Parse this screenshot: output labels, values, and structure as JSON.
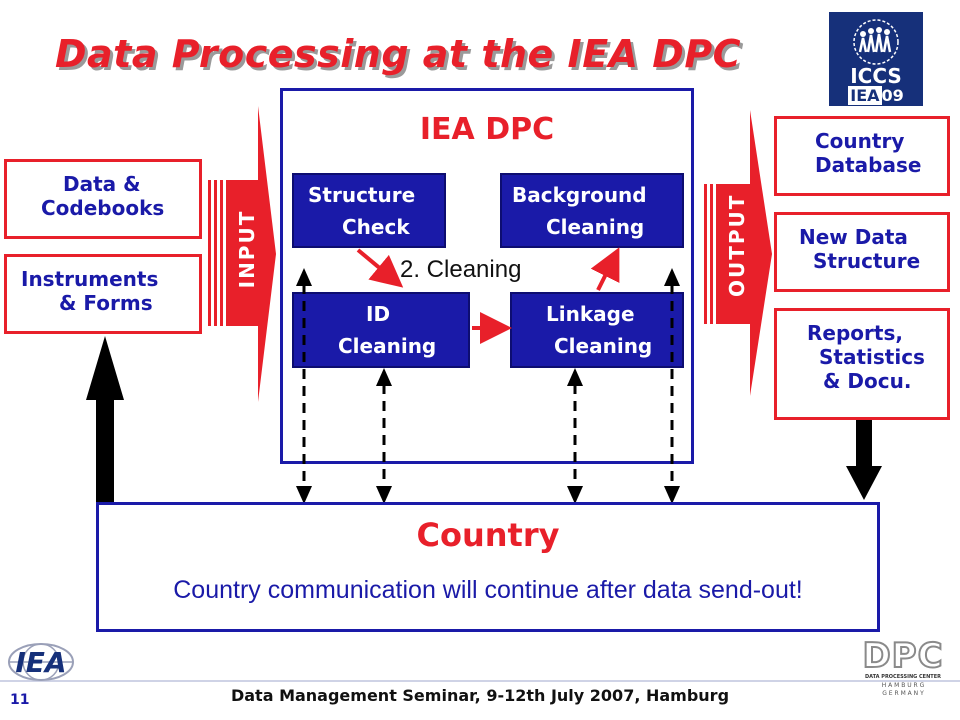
{
  "title": "Data Processing at the IEA DPC",
  "logo_top": {
    "icon": "iccs-logo-icon",
    "line1": "ICCS",
    "line2": "IEA",
    "year": "09"
  },
  "inputs": [
    {
      "line1": "Data &",
      "line2": "Codebooks"
    },
    {
      "line1": "Instruments",
      "line2": "& Forms"
    }
  ],
  "input_label": "INPUT",
  "dpc": {
    "title": "IEA DPC",
    "boxes": {
      "structure": {
        "line1": "Structure",
        "line2": "Check"
      },
      "background": {
        "line1": "Background",
        "line2": "Cleaning"
      },
      "id": {
        "line1": "ID",
        "line2": "Cleaning"
      },
      "linkage": {
        "line1": "Linkage",
        "line2": "Cleaning"
      }
    },
    "cleaning_label": "2. Cleaning"
  },
  "output_label": "OUTPUT",
  "outputs": [
    {
      "line1": "Country",
      "line2": "Database"
    },
    {
      "line1": "New Data",
      "line2": "Structure"
    },
    {
      "line1": "Reports,",
      "line2": "Statistics",
      "line3": "& Docu."
    }
  ],
  "country": {
    "title": "Country",
    "subtitle": "Country communication will continue after data send-out!"
  },
  "footer": "Data Management Seminar, 9-12th July 2007, Hamburg",
  "page_number": "11",
  "logo_bottom_left": {
    "icon": "iea-logo-icon",
    "text": "IEA"
  },
  "logo_bottom_right": {
    "icon": "dpc-logo-icon",
    "text": "DPC",
    "sub": "DATA PROCESSING CENTER",
    "city": "H A M B U R G",
    "country": "G E R M A N Y"
  },
  "colors": {
    "red": "#e8202a",
    "blue": "#1a1aa8",
    "dark": "#111111"
  }
}
